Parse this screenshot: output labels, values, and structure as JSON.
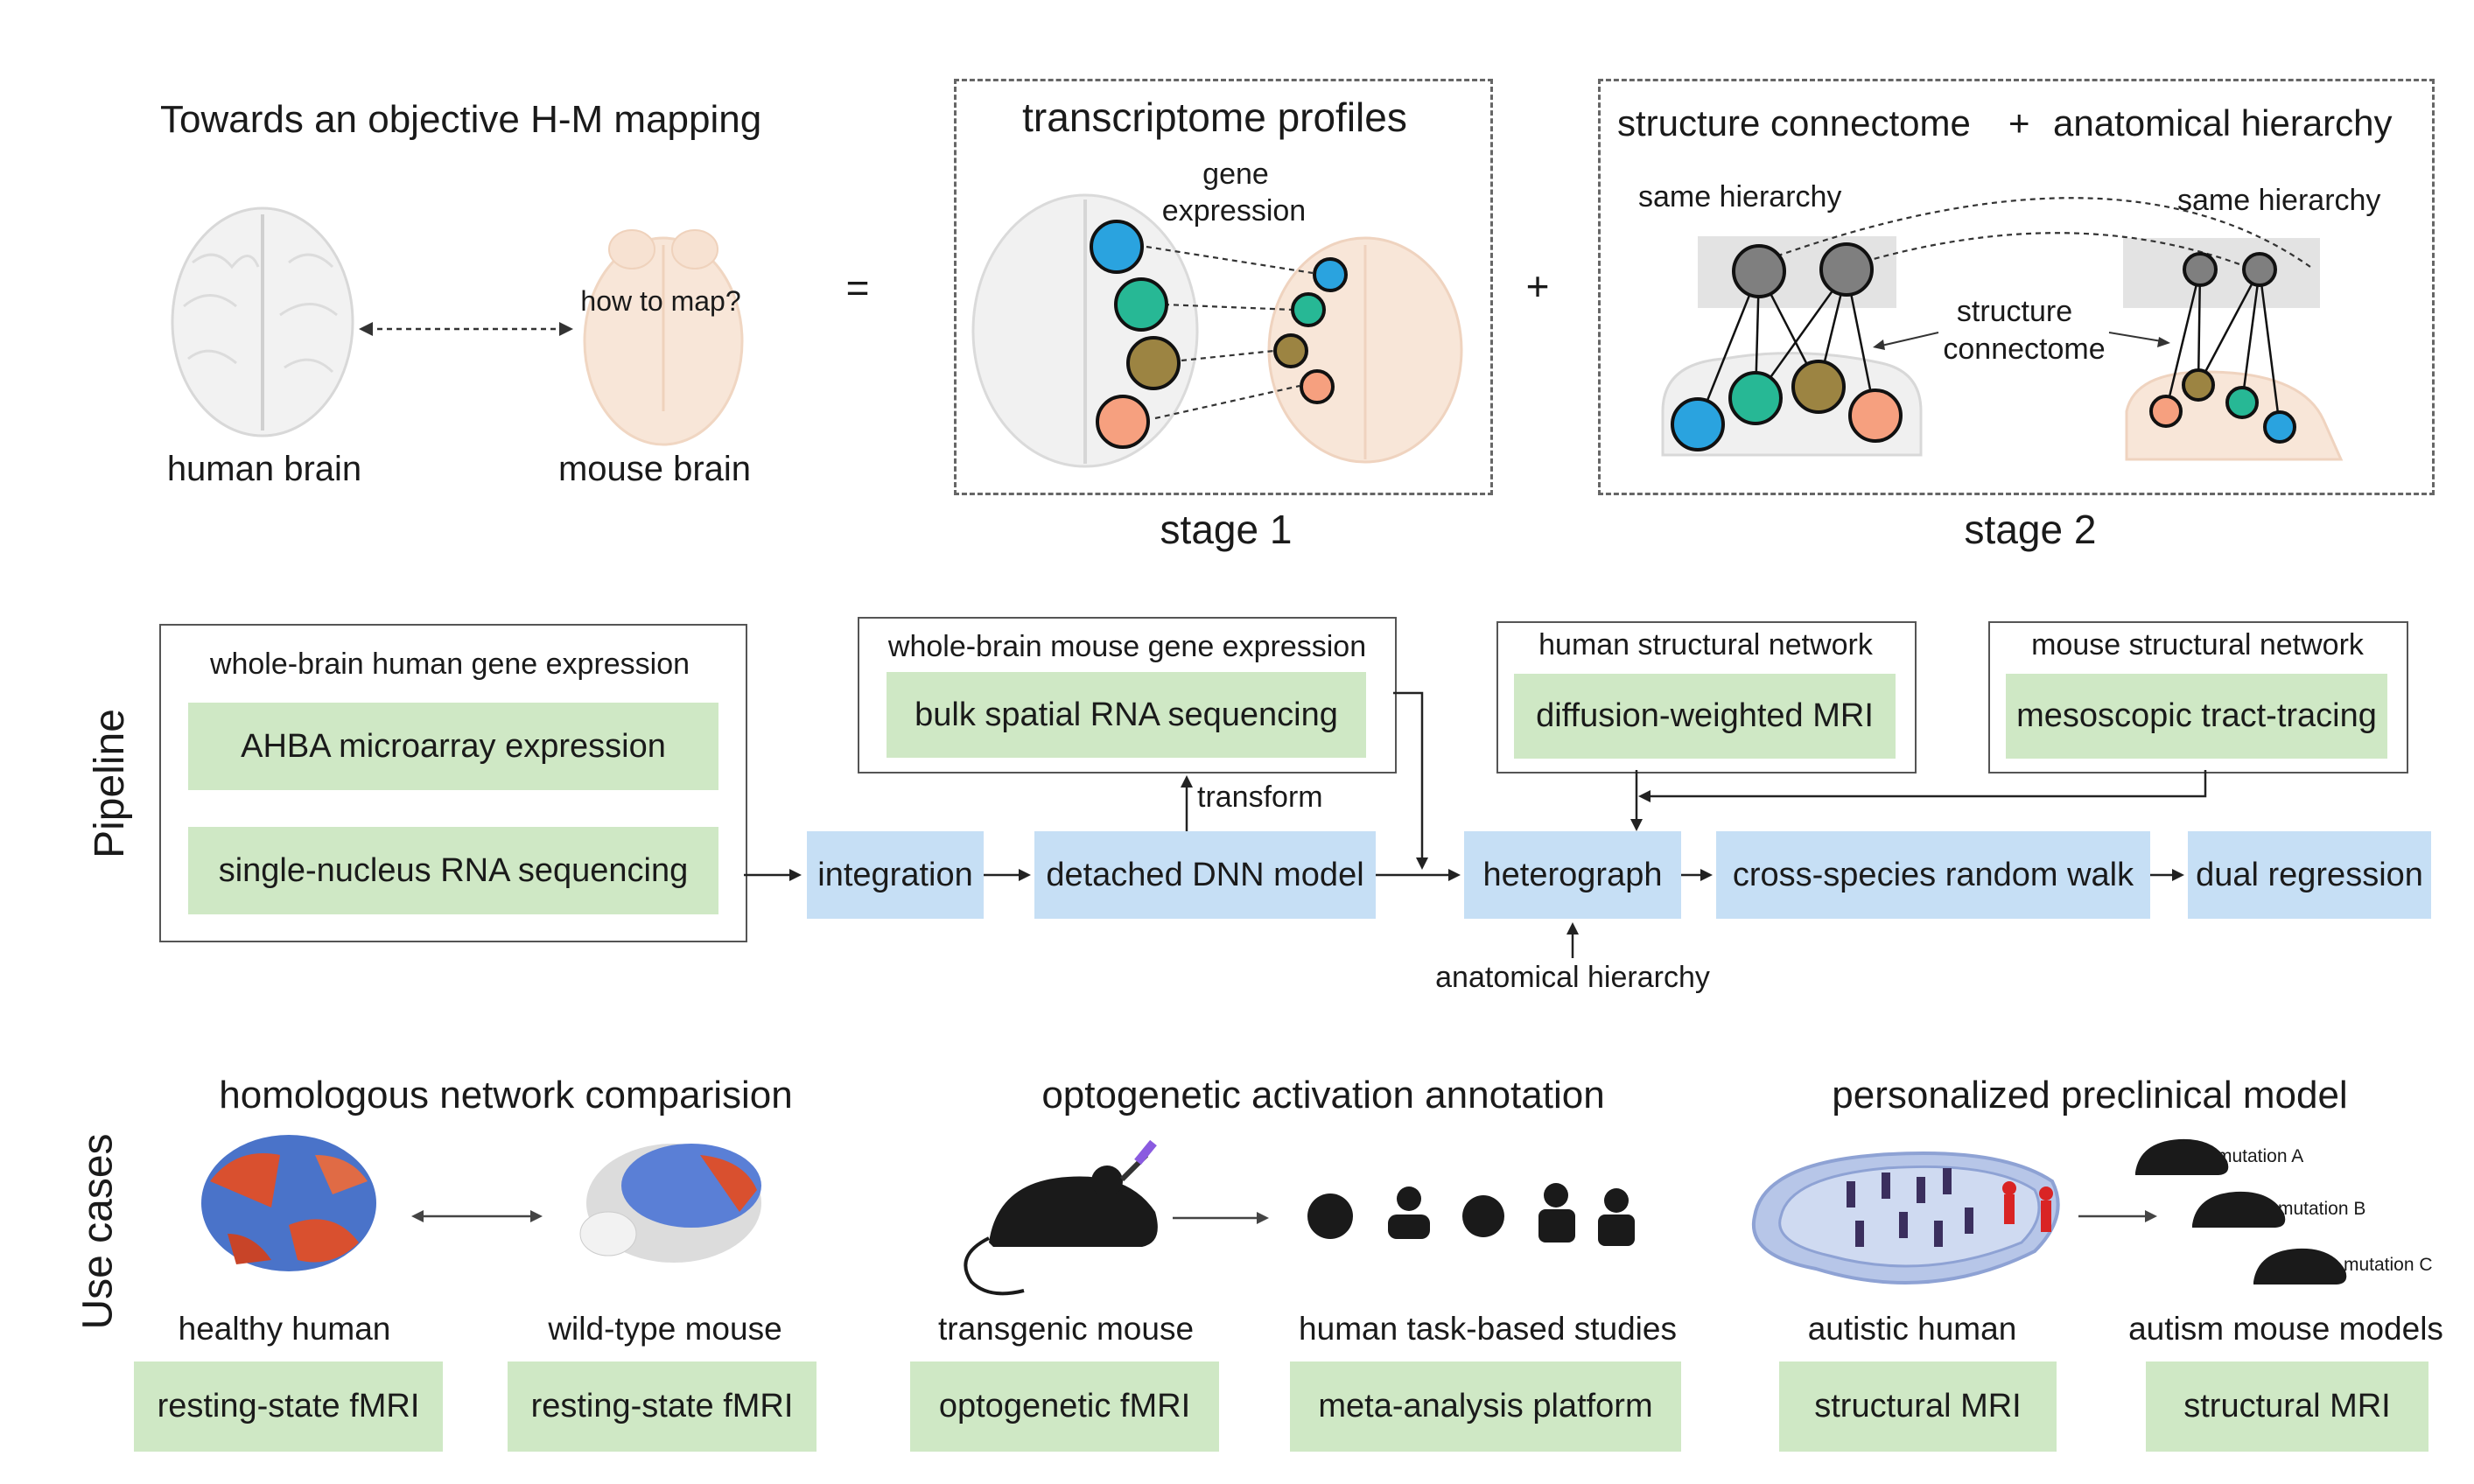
{
  "top": {
    "title": "Towards an objective H-M mapping",
    "how_to_map": "how to map?",
    "human_brain": "human brain",
    "mouse_brain": "mouse brain",
    "equals": "=",
    "plus_between": "+",
    "stage1": {
      "title": "transcriptome profiles",
      "gene_expression_line1": "gene",
      "gene_expression_line2": "expression",
      "label": "stage 1"
    },
    "stage2": {
      "title_a": "structure connectome",
      "plus": "+",
      "title_b": "anatomical hierarchy",
      "same_hierarchy_left": "same hierarchy",
      "same_hierarchy_right": "same hierarchy",
      "connectome_line1": "structure",
      "connectome_line2": "connectome",
      "label": "stage 2"
    },
    "colors": {
      "blue": "#2aa3df",
      "teal": "#27b895",
      "olive": "#9c8442",
      "salmon": "#f6a07f",
      "gray_node": "#7f7f7f"
    }
  },
  "pipeline": {
    "side_label": "Pipeline",
    "human_expr": {
      "title": "whole-brain human gene expression",
      "item1": "AHBA microarray expression",
      "item2": "single-nucleus RNA sequencing"
    },
    "mouse_expr": {
      "title": "whole-brain mouse gene expression",
      "item1": "bulk spatial RNA sequencing"
    },
    "transform": "transform",
    "human_struct": {
      "title": "human structural network",
      "item1": "diffusion-weighted  MRI"
    },
    "mouse_struct": {
      "title": "mouse structural network",
      "item1": "mesoscopic tract-tracing"
    },
    "steps": [
      "integration",
      "detached DNN model",
      "heterograph",
      "cross-species random walk",
      "dual regression"
    ],
    "anatomical_hierarchy": "anatomical hierarchy"
  },
  "use_cases": {
    "side_label": "Use cases",
    "col1": {
      "title": "homologous network comparision",
      "left_label": "healthy human",
      "right_label": "wild-type mouse",
      "left_box": "resting-state fMRI",
      "right_box": "resting-state fMRI"
    },
    "col2": {
      "title": "optogenetic activation annotation",
      "left_label": "transgenic mouse",
      "right_label": "human task-based studies",
      "left_box": "optogenetic fMRI",
      "right_box": "meta-analysis platform"
    },
    "col3": {
      "title": "personalized preclinical model",
      "left_label": "autistic human",
      "right_label": "autism mouse models",
      "left_box": "structural MRI",
      "right_box": "structural MRI",
      "mutations": [
        "mutation A",
        "mutation B",
        "mutation C"
      ]
    }
  }
}
